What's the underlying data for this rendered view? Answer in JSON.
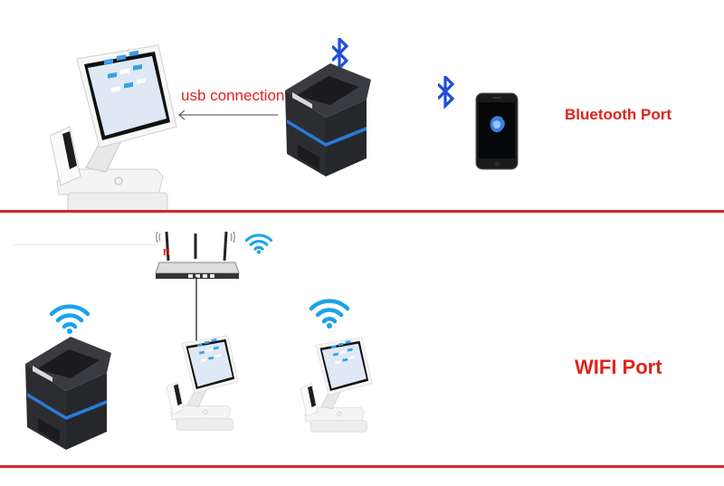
{
  "colors": {
    "accent_red": "#e0231c",
    "divider_red": "#d7262b",
    "bluetooth_blue": "#1f4fd6",
    "wifi_blue": "#1aa3e8",
    "printer_dark": "#2c2d31",
    "printer_blue": "#2a7bd8",
    "pos_white": "#f2f2f2"
  },
  "top_section": {
    "usb_label": "usb connection",
    "bluetooth_port_label": "Bluetooth Port",
    "icons": [
      "pos-terminal-icon",
      "bluetooth-icon",
      "thermal-printer-icon",
      "smartphone-icon",
      "arrow-left-icon"
    ]
  },
  "bottom_section": {
    "wifi_port_label": "WIFI Port",
    "router_mark": "n",
    "icons": [
      "wifi-icon",
      "router-icon",
      "thermal-printer-icon",
      "pos-terminal-icon"
    ]
  }
}
